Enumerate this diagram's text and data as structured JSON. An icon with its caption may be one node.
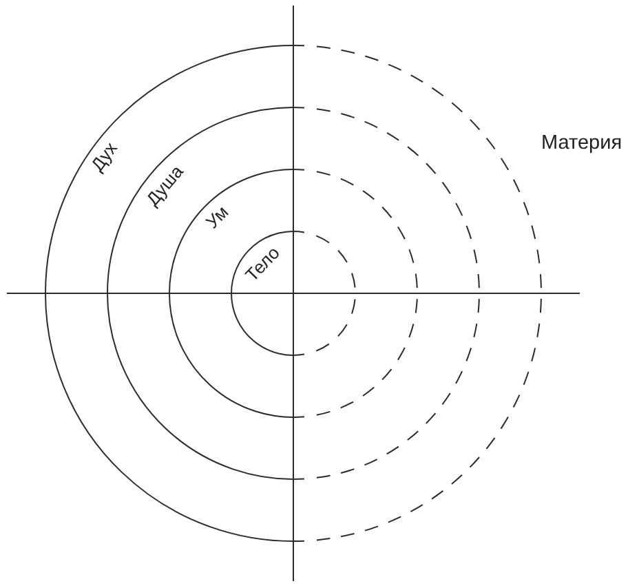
{
  "diagram": {
    "nodes": [
      {
        "text": [
          "Дух"
        ]
      },
      {
        "text": [
          "Душа"
        ],
        "in": 0
      },
      {
        "text": [
          "Ум"
        ],
        "in": 1
      },
      {
        "text": [
          "Тело"
        ],
        "in": 2
      }
    ],
    "labels": [
      "Материя"
    ]
  }
}
